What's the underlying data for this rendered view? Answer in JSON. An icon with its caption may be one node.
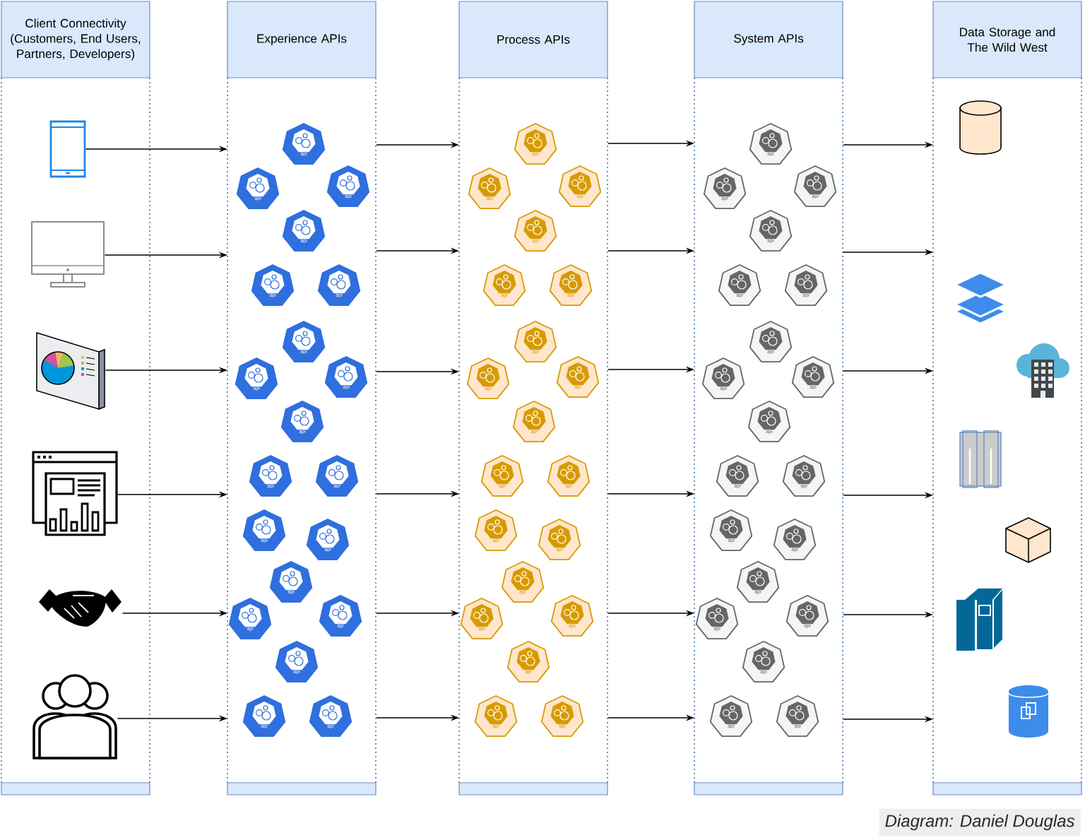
{
  "diagram": {
    "caption": "Diagram: Daniel Douglas",
    "nodes": [
      {
        "text": [
          "Client Connectivity (Customers, End Users, Partners, Developers)"
        ]
      },
      {
        "text": [
          "Experience APIs"
        ]
      },
      {
        "text": [
          "Process APIs"
        ]
      },
      {
        "text": [
          "System APIs"
        ]
      },
      {
        "text": [
          "Data Storage and The Wild West"
        ]
      },
      {
        "text": [],
        "shape": "picture",
        "in": 0
      },
      {
        "text": [],
        "shape": "picture",
        "in": 0
      },
      {
        "text": [],
        "shape": "picture",
        "in": 0
      },
      {
        "text": [],
        "shape": "picture",
        "in": 0
      },
      {
        "text": [],
        "shape": "picture",
        "in": 0
      },
      {
        "text": [],
        "shape": "picture",
        "in": 0
      },
      {
        "text": [
          "api"
        ],
        "in": 1
      },
      {
        "text": [
          "api"
        ],
        "in": 1
      },
      {
        "text": [
          "api"
        ],
        "in": 1
      },
      {
        "text": [
          "api"
        ],
        "in": 1
      },
      {
        "text": [
          "api"
        ],
        "in": 1
      },
      {
        "text": [
          "api"
        ],
        "in": 1
      },
      {
        "text": [
          "api"
        ],
        "in": 1
      },
      {
        "text": [
          "api"
        ],
        "in": 1
      },
      {
        "text": [
          "api"
        ],
        "in": 1
      },
      {
        "text": [
          "api"
        ],
        "in": 1
      },
      {
        "text": [
          "api"
        ],
        "in": 1
      },
      {
        "text": [
          "api"
        ],
        "in": 1
      },
      {
        "text": [
          "api"
        ],
        "in": 1
      },
      {
        "text": [
          "api"
        ],
        "in": 1
      },
      {
        "text": [
          "api"
        ],
        "in": 1
      },
      {
        "text": [
          "api"
        ],
        "in": 1
      },
      {
        "text": [
          "api"
        ],
        "in": 1
      },
      {
        "text": [
          "api"
        ],
        "in": 1
      },
      {
        "text": [
          "api"
        ],
        "in": 1
      },
      {
        "text": [
          "api"
        ],
        "in": 1
      },
      {
        "text": [
          "api"
        ],
        "in": 2
      },
      {
        "text": [
          "api"
        ],
        "in": 2
      },
      {
        "text": [
          "api"
        ],
        "in": 2
      },
      {
        "text": [
          "api"
        ],
        "in": 2
      },
      {
        "text": [
          "api"
        ],
        "in": 2
      },
      {
        "text": [
          "api"
        ],
        "in": 2
      },
      {
        "text": [
          "api"
        ],
        "in": 2
      },
      {
        "text": [
          "api"
        ],
        "in": 2
      },
      {
        "text": [
          "api"
        ],
        "in": 2
      },
      {
        "text": [
          "api"
        ],
        "in": 2
      },
      {
        "text": [
          "api"
        ],
        "in": 2
      },
      {
        "text": [
          "api"
        ],
        "in": 2
      },
      {
        "text": [
          "api"
        ],
        "in": 2
      },
      {
        "text": [
          "api"
        ],
        "in": 2
      },
      {
        "text": [
          "api"
        ],
        "in": 2
      },
      {
        "text": [
          "api"
        ],
        "in": 2
      },
      {
        "text": [
          "api"
        ],
        "in": 2
      },
      {
        "text": [
          "api"
        ],
        "in": 2
      },
      {
        "text": [
          "api"
        ],
        "in": 2
      },
      {
        "text": [
          "api"
        ],
        "in": 2
      },
      {
        "text": [
          "api"
        ],
        "in": 3
      },
      {
        "text": [
          "api"
        ],
        "in": 3
      },
      {
        "text": [
          "api"
        ],
        "in": 3
      },
      {
        "text": [
          "api"
        ],
        "in": 3
      },
      {
        "text": [
          "api"
        ],
        "in": 3
      },
      {
        "text": [
          "api"
        ],
        "in": 3
      },
      {
        "text": [
          "api"
        ],
        "in": 3
      },
      {
        "text": [
          "api"
        ],
        "in": 3
      },
      {
        "text": [
          "api"
        ],
        "in": 3
      },
      {
        "text": [
          "api"
        ],
        "in": 3
      },
      {
        "text": [
          "api"
        ],
        "in": 3
      },
      {
        "text": [
          "api"
        ],
        "in": 3
      },
      {
        "text": [
          "api"
        ],
        "in": 3
      },
      {
        "text": [
          "api"
        ],
        "in": 3
      },
      {
        "text": [
          "api"
        ],
        "in": 3
      },
      {
        "text": [
          "api"
        ],
        "in": 3
      },
      {
        "text": [
          "api"
        ],
        "in": 3
      },
      {
        "text": [
          "api"
        ],
        "in": 3
      },
      {
        "text": [
          "api"
        ],
        "in": 3
      },
      {
        "text": [
          "api"
        ],
        "in": 3
      },
      {
        "text": [],
        "shape": "cylinder",
        "in": 4
      },
      {
        "text": [],
        "shape": "picture",
        "in": 4
      },
      {
        "text": [],
        "shape": "picture",
        "in": 4
      },
      {
        "text": [],
        "shape": "picture",
        "in": 4
      },
      {
        "text": [],
        "shape": "box",
        "in": 4
      },
      {
        "text": [],
        "shape": "picture",
        "in": 4
      },
      {
        "text": [],
        "shape": "picture",
        "in": 4
      }
    ],
    "edges": [
      {
        "from": 5,
        "to": 1,
        "arrow": "to"
      },
      {
        "from": 6,
        "to": 1,
        "arrow": "to"
      },
      {
        "from": 7,
        "to": 1,
        "arrow": "to"
      },
      {
        "from": 8,
        "to": 1,
        "arrow": "to"
      },
      {
        "from": 9,
        "to": 1,
        "arrow": "to"
      },
      {
        "from": 10,
        "to": 1,
        "arrow": "to"
      },
      {
        "from": 1,
        "to": 2,
        "arrow": "to"
      },
      {
        "from": 1,
        "to": 2,
        "arrow": "to"
      },
      {
        "from": 1,
        "to": 2,
        "arrow": "to"
      },
      {
        "from": 1,
        "to": 2,
        "arrow": "to"
      },
      {
        "from": 1,
        "to": 2,
        "arrow": "to"
      },
      {
        "from": 1,
        "to": 2,
        "arrow": "to"
      },
      {
        "from": 2,
        "to": 3,
        "arrow": "to"
      },
      {
        "from": 2,
        "to": 3,
        "arrow": "to"
      },
      {
        "from": 2,
        "to": 3,
        "arrow": "to"
      },
      {
        "from": 2,
        "to": 3,
        "arrow": "to"
      },
      {
        "from": 2,
        "to": 3,
        "arrow": "to"
      },
      {
        "from": 2,
        "to": 3,
        "arrow": "to"
      },
      {
        "from": 3,
        "to": 4,
        "arrow": "to"
      },
      {
        "from": 3,
        "to": 4,
        "arrow": "to"
      },
      {
        "from": 3,
        "to": 4,
        "arrow": "to"
      },
      {
        "from": 3,
        "to": 4,
        "arrow": "to"
      },
      {
        "from": 3,
        "to": 4,
        "arrow": "to"
      },
      {
        "from": 3,
        "to": 4,
        "arrow": "to"
      }
    ]
  }
}
